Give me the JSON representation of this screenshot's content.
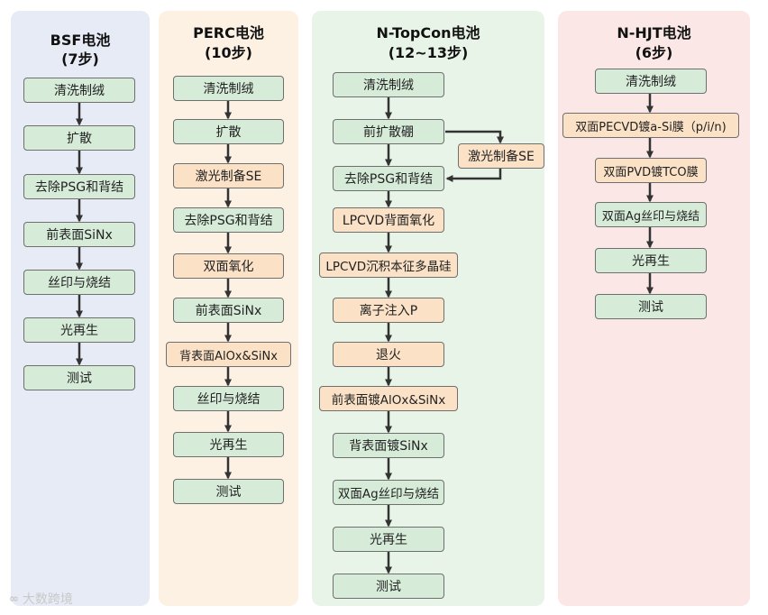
{
  "columns": [
    {
      "title": "BSF电池",
      "subtitle": "(7步)",
      "steps": [
        "清洗制绒",
        "扩散",
        "去除PSG和背结",
        "前表面SiNx",
        "丝印与烧结",
        "光再生",
        "测试"
      ]
    },
    {
      "title": "PERC电池",
      "subtitle": "(10步)",
      "steps": [
        "清洗制绒",
        "扩散",
        "激光制备SE",
        "去除PSG和背结",
        "双面氧化",
        "前表面SiNx",
        "背表面AlOx&SiNx",
        "丝印与烧结",
        "光再生",
        "测试"
      ]
    },
    {
      "title": "N-TopCon电池",
      "subtitle": "(12~13步)",
      "steps": [
        "清洗制绒",
        "前扩散硼",
        "去除PSG和背结",
        "LPCVD背面氧化",
        "LPCVD沉积本征多晶硅",
        "离子注入P",
        "退火",
        "前表面镀AlOx&SiNx",
        "背表面镀SiNx",
        "双面Ag丝印与烧结",
        "光再生",
        "测试"
      ],
      "side_step": "激光制备SE"
    },
    {
      "title": "N-HJT电池",
      "subtitle": "(6步)",
      "steps": [
        "清洗制绒",
        "双面PECVD镀a-Si膜（p/i/n)",
        "双面PVD镀TCO膜",
        "双面Ag丝印与烧结",
        "光再生",
        "测试"
      ]
    }
  ],
  "colors": {
    "panel_bsf": "#e7ebf6",
    "panel_perc": "#fdf1e4",
    "panel_topcon": "#e8f4e7",
    "panel_hjt": "#fbe8e6",
    "step_green": "#d6ecd9",
    "step_orange": "#fbe1c6",
    "arrow": "#333333"
  },
  "watermark": "大数跨境"
}
